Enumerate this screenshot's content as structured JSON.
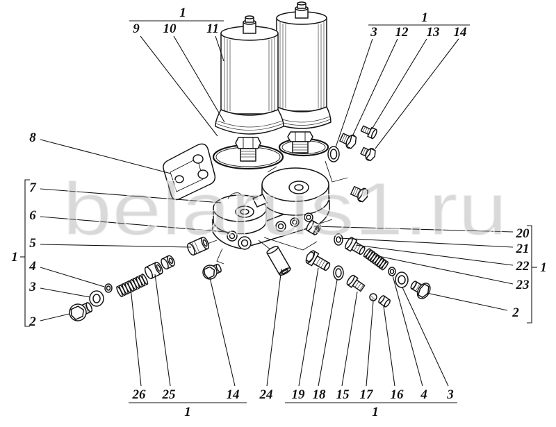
{
  "watermark": "belarus1.ru",
  "standalone": [
    "8"
  ],
  "groups": {
    "top_left": {
      "label": "1",
      "items": [
        "9",
        "10",
        "11"
      ]
    },
    "top_right": {
      "label": "1",
      "items": [
        "3",
        "12",
        "13",
        "14"
      ]
    },
    "left": {
      "label": "1",
      "items": [
        "7",
        "6",
        "5",
        "4",
        "3",
        "2"
      ]
    },
    "right": {
      "label": "1",
      "items": [
        "20",
        "21",
        "22",
        "23",
        "2"
      ]
    },
    "bottom_left": {
      "label": "1",
      "items": [
        "26",
        "25",
        "14"
      ]
    },
    "bottom_right": {
      "label": "1",
      "items": [
        "24",
        "19",
        "18",
        "15",
        "17",
        "16",
        "4",
        "3"
      ]
    }
  }
}
